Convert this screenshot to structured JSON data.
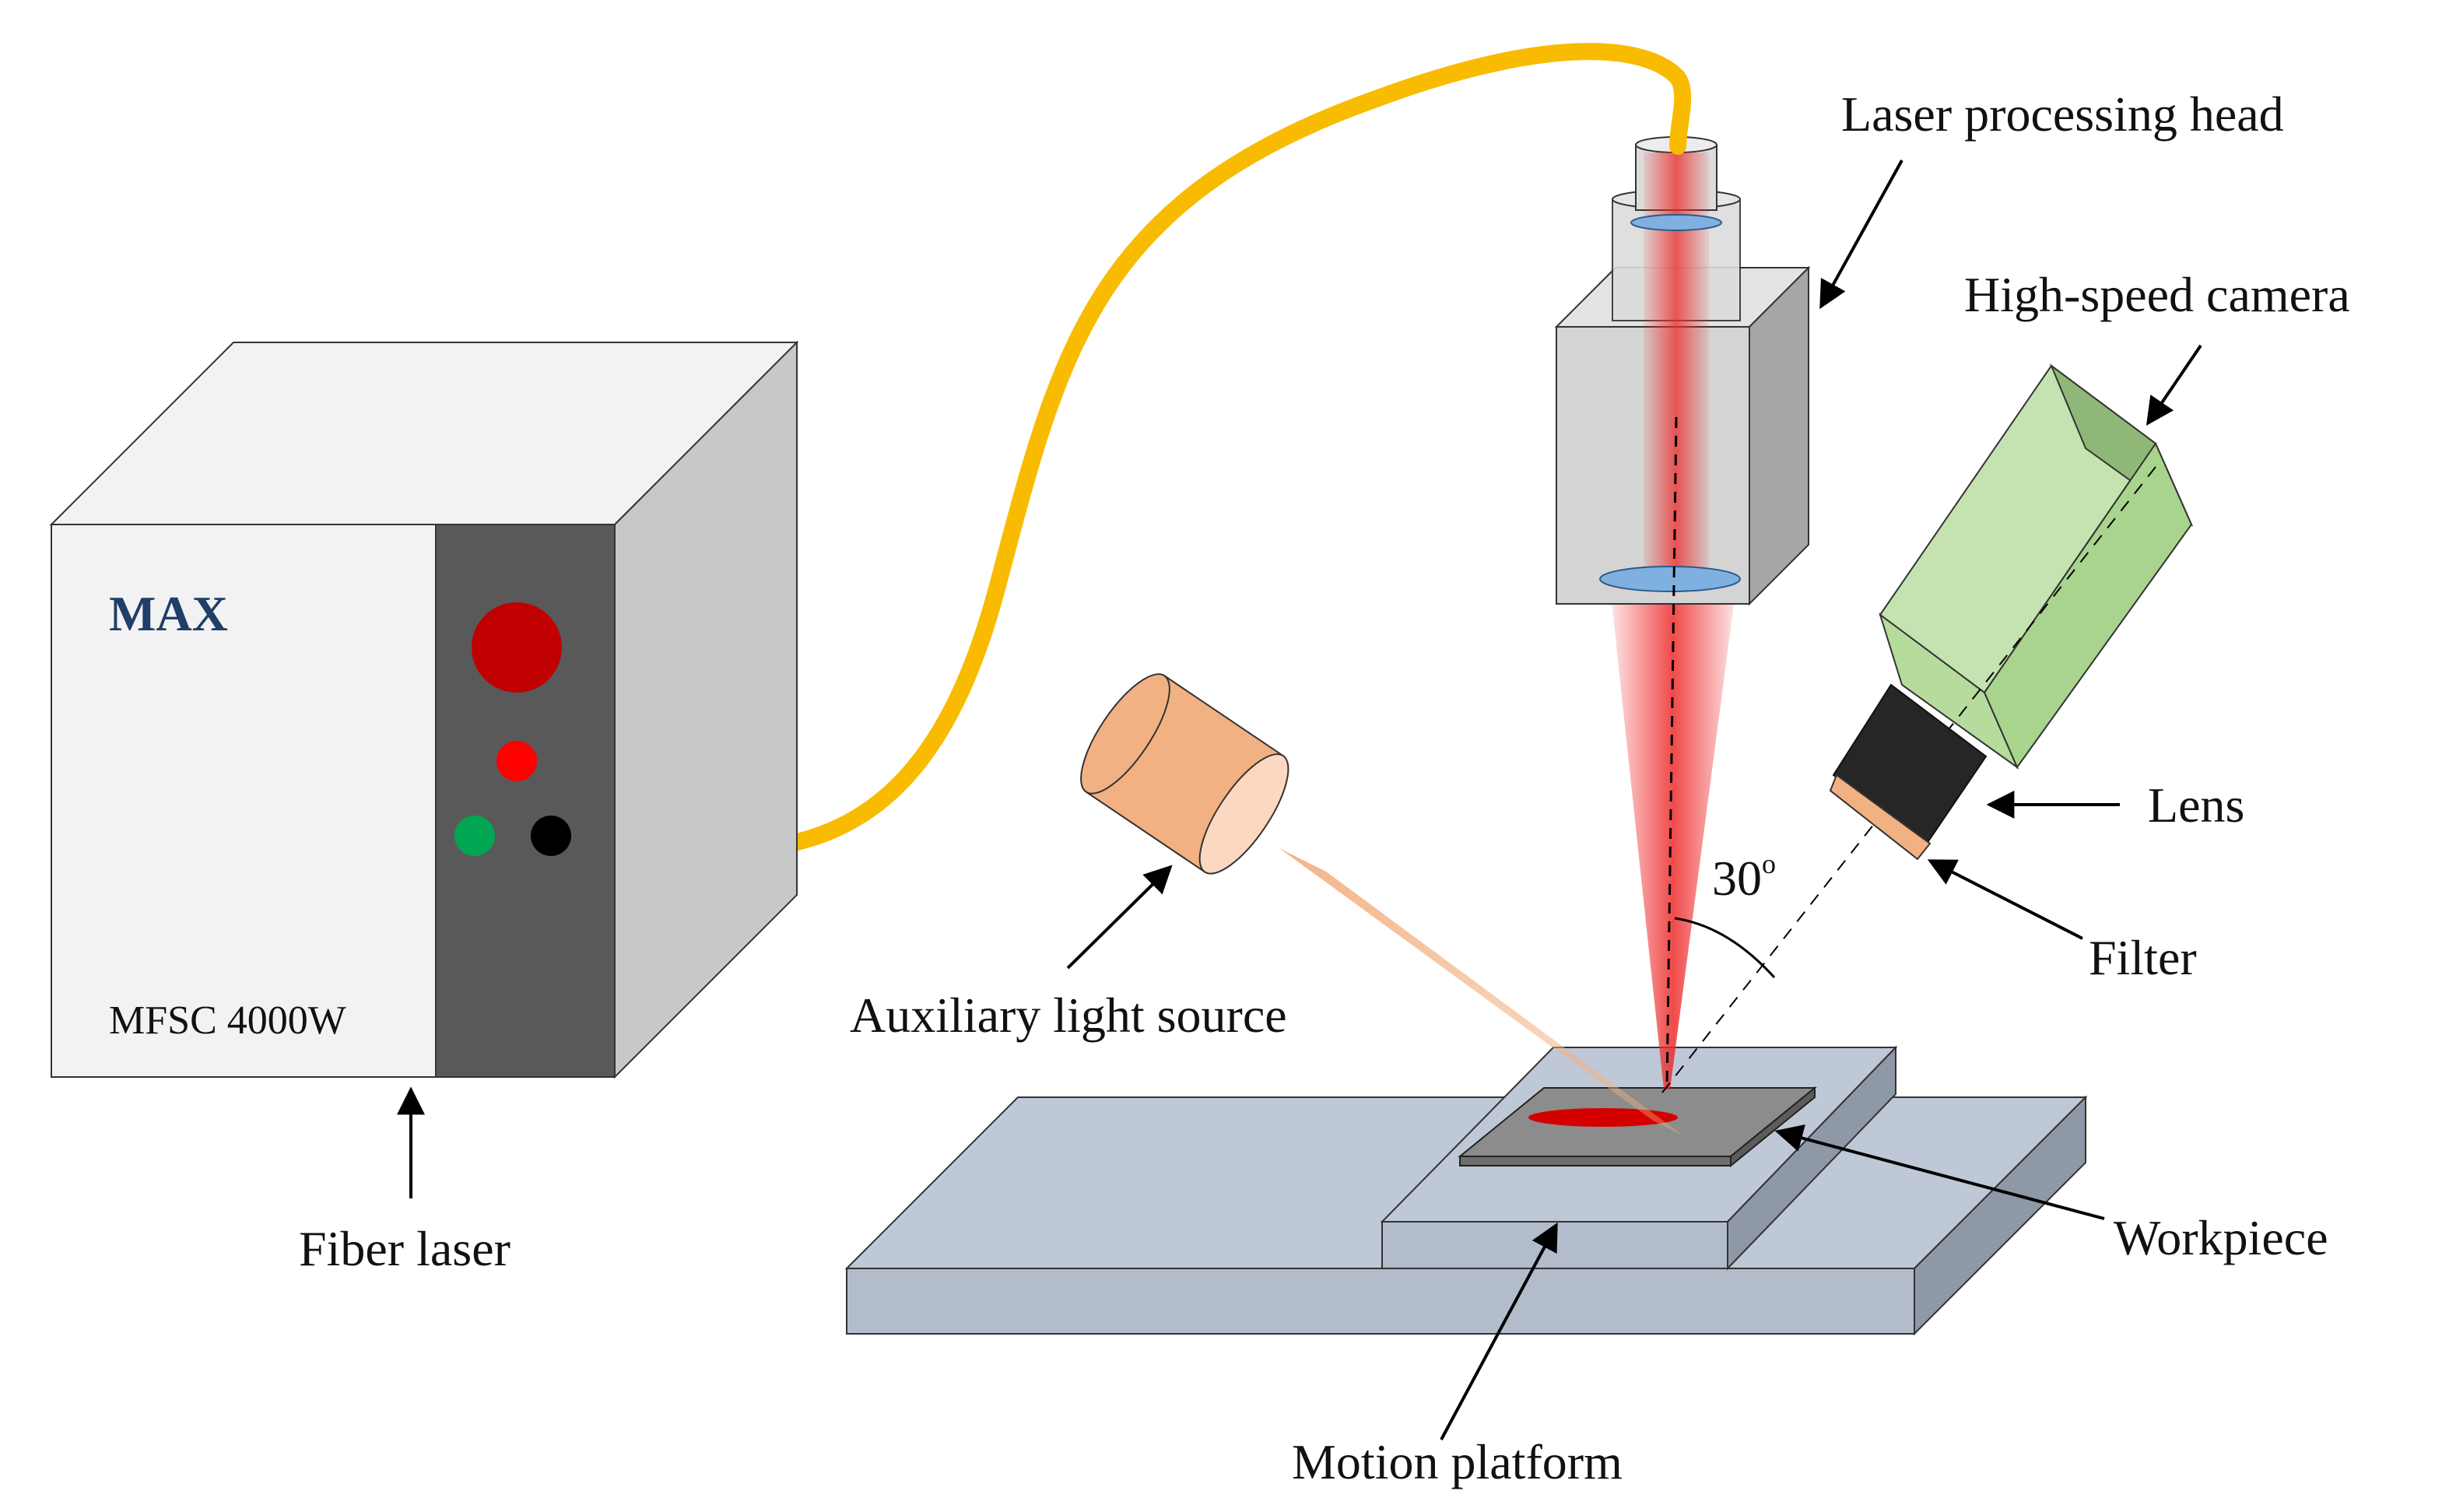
{
  "labels": {
    "laser_head": "Laser processing head",
    "camera": "High-speed camera",
    "lens": "Lens",
    "filter": "Filter",
    "angle": "30",
    "angle_unit": "o",
    "aux_light": "Auxiliary light source",
    "workpiece": "Workpiece",
    "motion_platform": "Motion platform",
    "fiber_laser": "Fiber laser"
  },
  "laser_unit": {
    "brand": "MAX",
    "model": "MFSC 4000W"
  },
  "colors": {
    "fiber_cable": "#f9bb00",
    "laser_beam": "#ee2a2a",
    "camera_body": "#a9d48d",
    "aux_light_body": "#f2b182",
    "platform": "#bfc8d6",
    "lens_glass": "#7fb0e0",
    "power_button": "#c00000",
    "led_red": "#ff0000",
    "led_green": "#00a651",
    "led_black": "#000000"
  }
}
